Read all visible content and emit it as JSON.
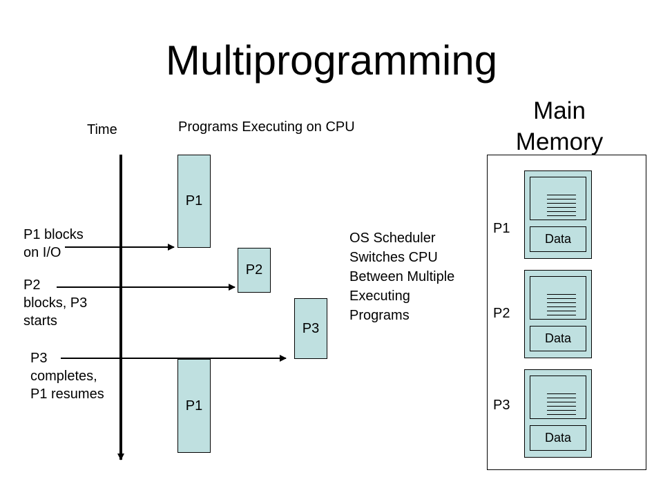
{
  "title": "Multiprogramming",
  "timeline": {
    "label": "Time"
  },
  "cpu": {
    "label": "Programs Executing on CPU",
    "blocks": [
      {
        "label": "P1"
      },
      {
        "label": "P2"
      },
      {
        "label": "P3"
      },
      {
        "label": "P1"
      }
    ]
  },
  "events": [
    {
      "text": "P1 blocks\non I/O"
    },
    {
      "text": "P2\nblocks, P3\nstarts"
    },
    {
      "text": "P3\ncompletes,\nP1 resumes"
    }
  ],
  "scheduler_note": "OS Scheduler\nSwitches CPU\nBetween Multiple\nExecuting\nPrograms",
  "memory": {
    "title": "Main\nMemory",
    "processes": [
      {
        "label": "P1",
        "data_label": "Data"
      },
      {
        "label": "P2",
        "data_label": "Data"
      },
      {
        "label": "P3",
        "data_label": "Data"
      }
    ]
  },
  "colors": {
    "block_fill": "#bfe0e0",
    "line": "#000000"
  }
}
